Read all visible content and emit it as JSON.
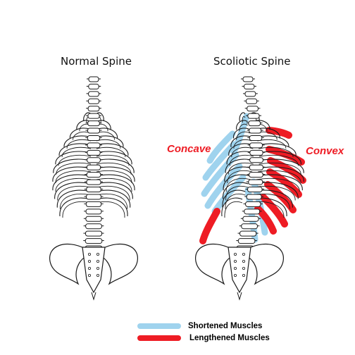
{
  "titles": {
    "normal": "Normal Spine",
    "scoliotic": "Scoliotic Spine"
  },
  "labels": {
    "concave": "Concave",
    "convex": "Convex"
  },
  "legend": {
    "shortened": "Shortened Muscles",
    "lengthened": "Lengthened Muscles"
  },
  "colors": {
    "shortened": "#9fd3ee",
    "lengthened": "#ee1c24",
    "label_text": "#ee1c24",
    "outline": "#1a1a1a"
  }
}
